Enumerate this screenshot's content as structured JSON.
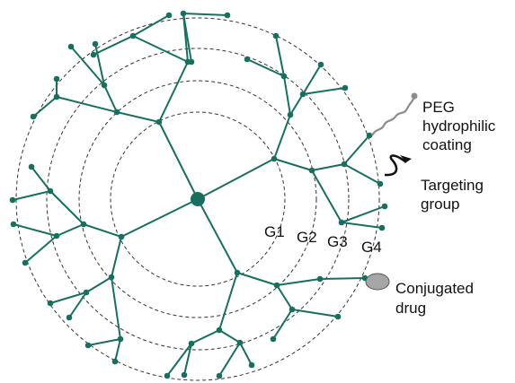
{
  "diagram": {
    "generation_labels": [
      "G1",
      "G2",
      "G3",
      "G4"
    ],
    "legend": {
      "peg": [
        "PEG",
        "hydrophilic",
        "coating"
      ],
      "targeting": [
        "Targeting",
        "group"
      ],
      "drug": [
        "Conjugated",
        "drug"
      ]
    },
    "colors": {
      "branch": "#17705f",
      "ring": "#333333",
      "peg": "#8c8c8c",
      "targeting": "#111111",
      "drug_fill": "#a6a6a6"
    }
  }
}
